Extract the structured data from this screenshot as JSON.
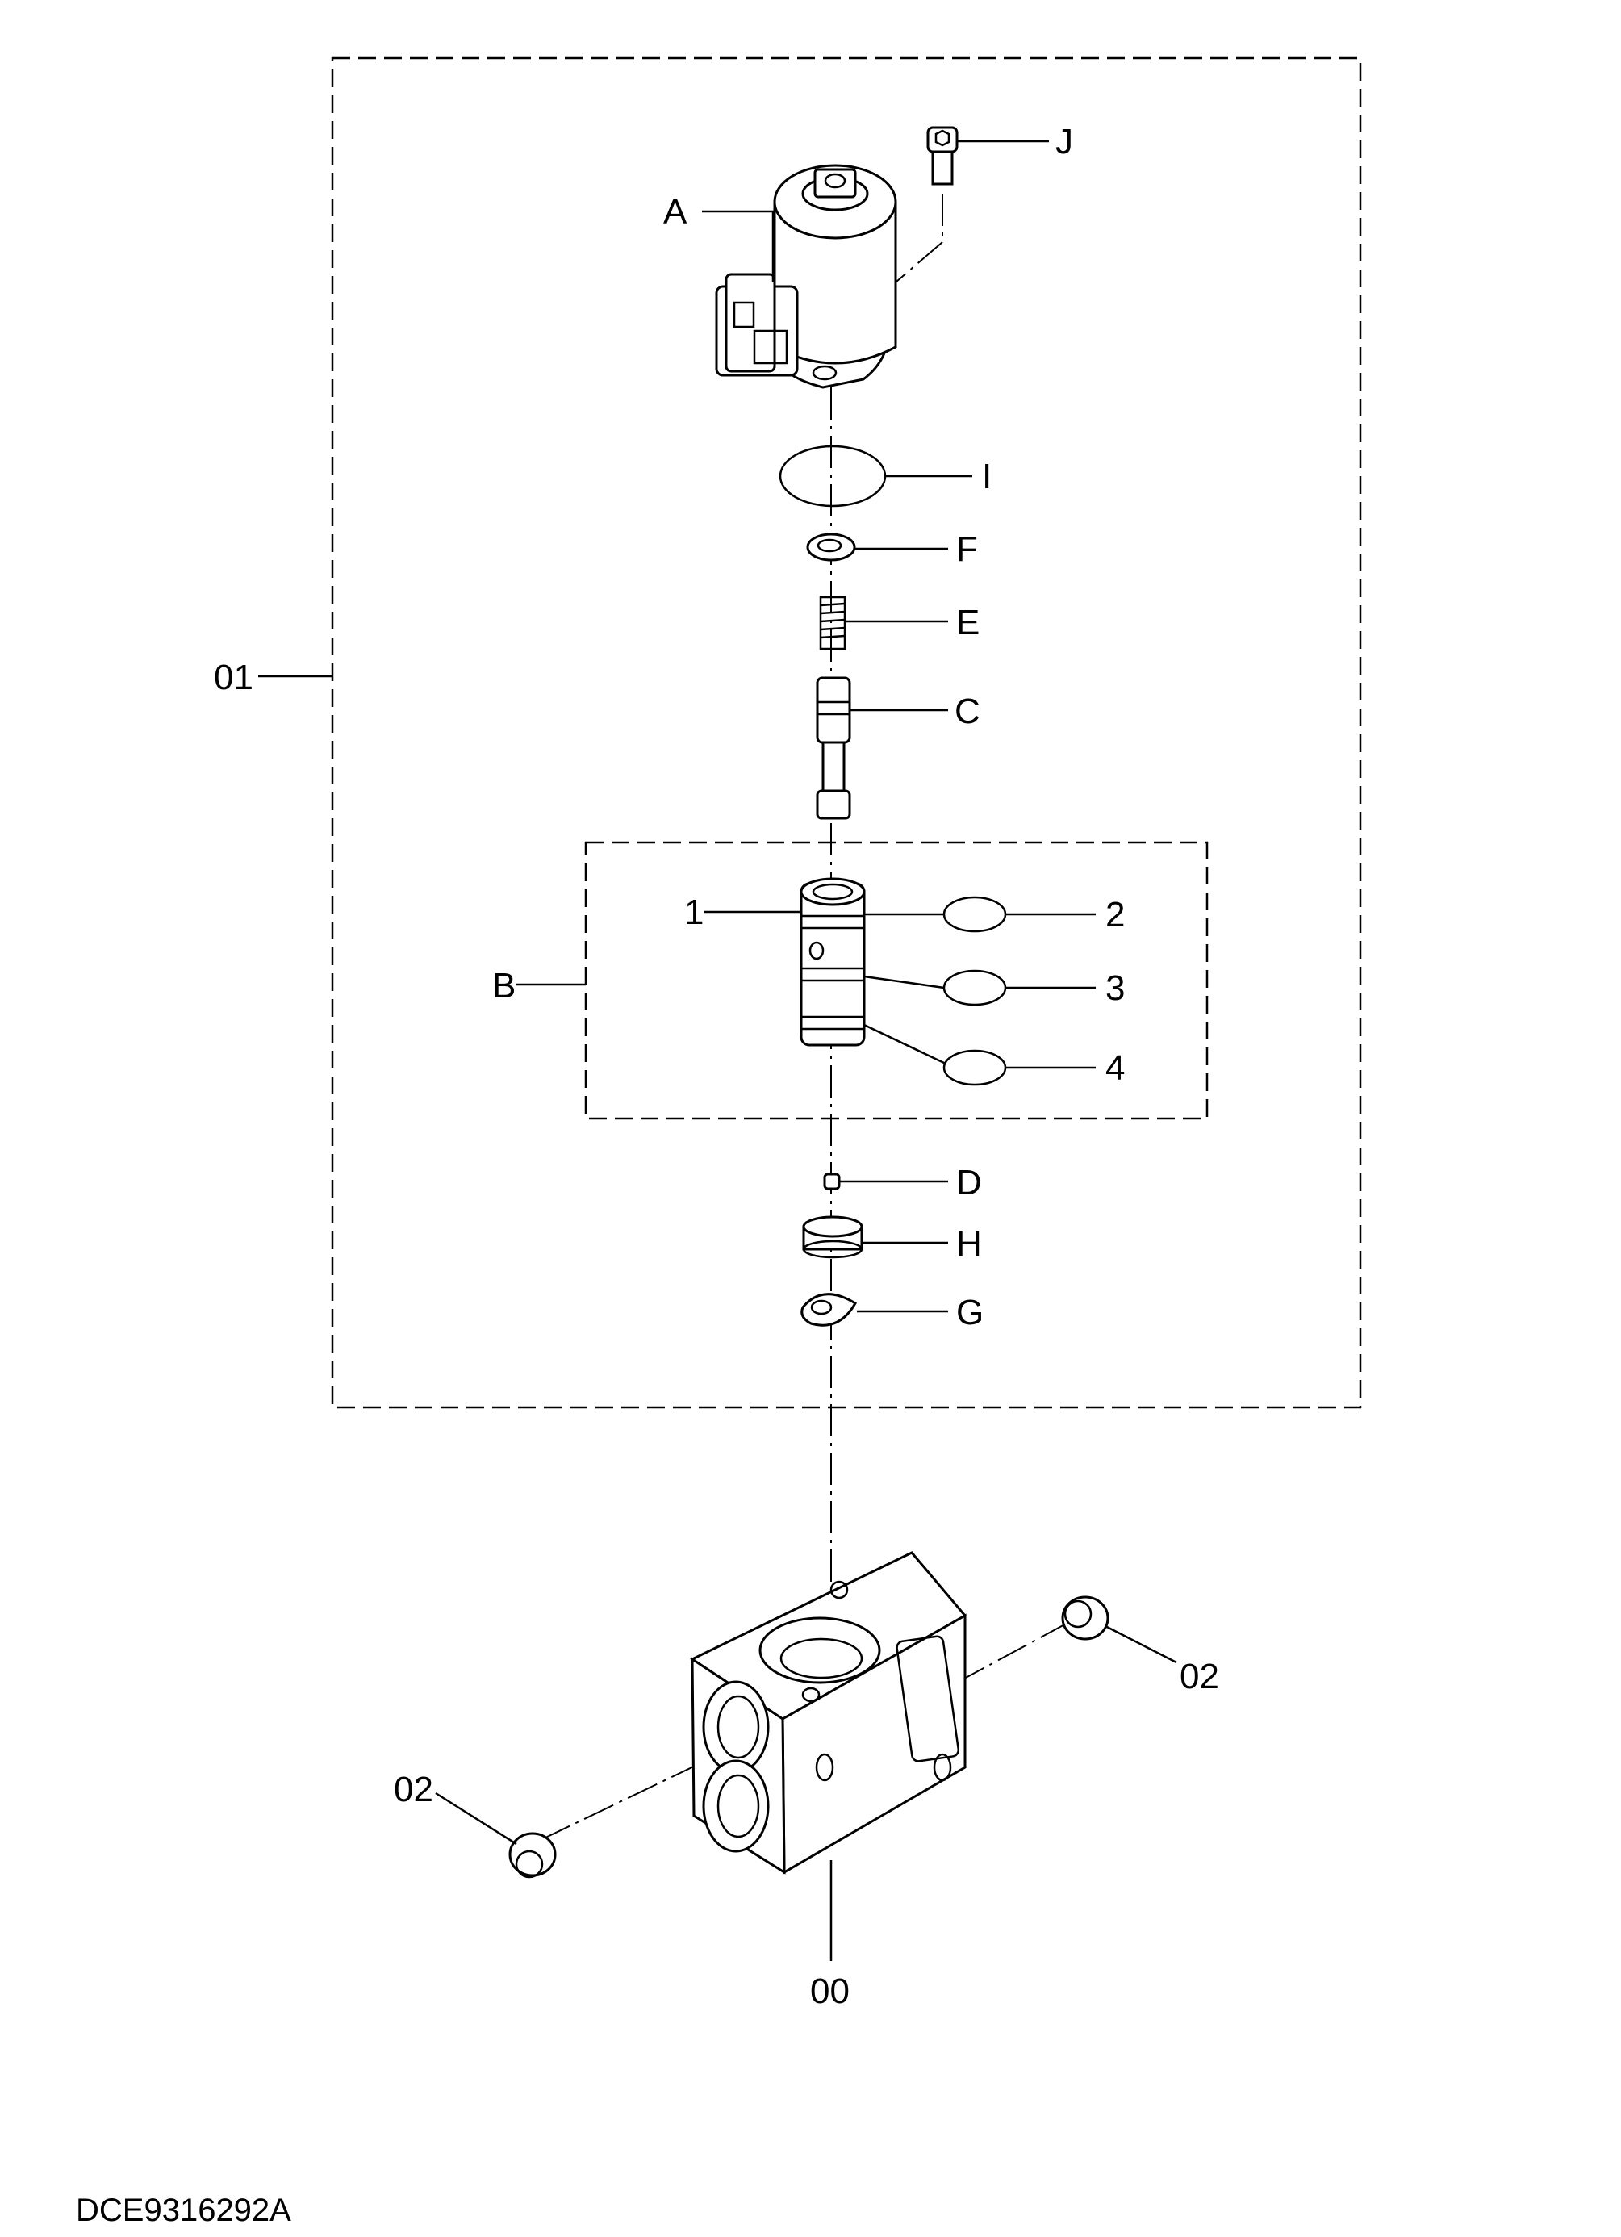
{
  "callouts": {
    "A": "A",
    "J": "J",
    "I": "I",
    "F": "F",
    "E": "E",
    "C": "C",
    "n1": "1",
    "n2": "2",
    "n3": "3",
    "n4": "4",
    "B": "B",
    "D": "D",
    "H": "H",
    "G": "G",
    "g01": "01",
    "g02_right": "02",
    "g02_left": "02",
    "g00": "00"
  },
  "drawing_code": "DCE9316292A"
}
